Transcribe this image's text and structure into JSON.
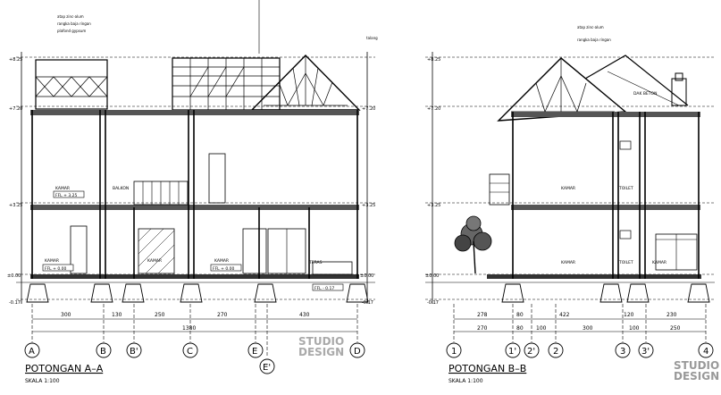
{
  "left_section": {
    "title": "POTONGAN  A–A",
    "scale": "SKALA 1:100",
    "grid_labels": [
      "A",
      "B",
      "B'",
      "C",
      "E",
      "D",
      "E'"
    ],
    "dims": [
      "300",
      "130",
      "250",
      "270",
      "430"
    ],
    "total": "1380",
    "levels_left": [
      "+8.25",
      "+7.20",
      "+3.25",
      "±0.00",
      "-0.17"
    ],
    "levels_right": [
      "+7.20",
      "+3.25",
      "±0.00",
      "-0.17"
    ],
    "room_labels": [
      "KAMAR",
      "BALKON",
      "KAMAR",
      "KAMAR",
      "KAMAR",
      "TERAS"
    ],
    "roof_notes": [
      "atap zinc-alum",
      "rangka baja ringan",
      "plafond gypsum",
      "talang"
    ],
    "ffl": [
      "FFL + 3.25",
      "FFL + 0.00",
      "FFL + 0.00",
      "FFL - 0.17"
    ]
  },
  "right_section": {
    "title": "POTONGAN  B–B",
    "scale": "SKALA 1:100",
    "grid_labels": [
      "1",
      "1'",
      "2'",
      "2",
      "3",
      "3'",
      "4"
    ],
    "dims_top": [
      "278",
      "80",
      "422",
      "120",
      "230"
    ],
    "dims_bottom": [
      "270",
      "80",
      "100",
      "300",
      "100",
      "250"
    ],
    "levels_left": [
      "+8.25",
      "+7.20",
      "+3.25",
      "±0.00",
      "-0.17"
    ],
    "room_labels": [
      "KAMAR",
      "KAMAR",
      "TOILET",
      "TOILET",
      "KAMAR",
      "DAK BETON"
    ],
    "roof_notes": [
      "atap zinc-alum",
      "rangka baja ringan"
    ]
  },
  "watermark": {
    "line1": "STUDIO",
    "line2": "DESIGN"
  }
}
